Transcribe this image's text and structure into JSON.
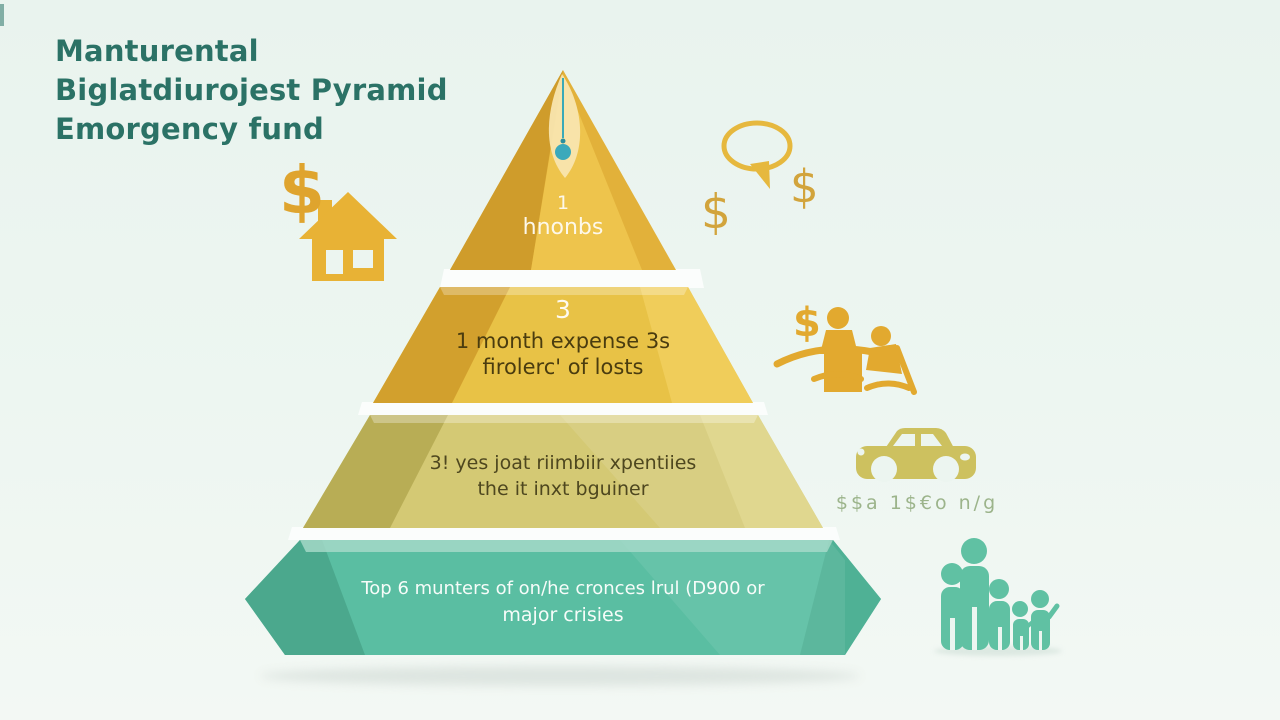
{
  "title": {
    "line1": "Manturental",
    "line2": "Biglatdiurojest Pyramid",
    "line3": "Emorgency fund"
  },
  "pyramid": {
    "tiers": [
      {
        "name": "top",
        "badge": "1",
        "line1": "hnonbs",
        "line2": "",
        "color": "#e2b13a"
      },
      {
        "name": "second",
        "badge": "3",
        "line1": "1 month expense 3s",
        "line2": "firolerc' of losts",
        "color": "#e8c246"
      },
      {
        "name": "third",
        "badge": "",
        "line1": "3! yes joat riimbiir xpentiies",
        "line2": "the it inxt bguiner",
        "color": "#d4c974"
      },
      {
        "name": "bottom",
        "badge": "",
        "line1": "Top 6 munters of on/he cronces lrul (D900 or",
        "line2": "major crisies",
        "color": "#5abea2"
      }
    ]
  },
  "icons": {
    "dollar_large": "$",
    "dollar_small_left": "$",
    "dollar_small_right": "$",
    "dollar_mid": "$"
  },
  "car_caption": "$$a 1$€o n/g",
  "colors": {
    "background": "#edf6f1",
    "title_teal": "#2b7266",
    "gold_dark": "#cf9c2b",
    "gold": "#e2b13a",
    "gold_bright": "#eec44c",
    "tier2_gold": "#e8c246",
    "tier3_olive": "#d4c974",
    "tier4_teal": "#5abea2",
    "accent_teal_dot": "#3aa9b8",
    "icon_gold": "#e2a92f",
    "car_olive": "#cdc15f",
    "caption_green": "#9cb48b",
    "family_teal": "#60c1a3"
  }
}
